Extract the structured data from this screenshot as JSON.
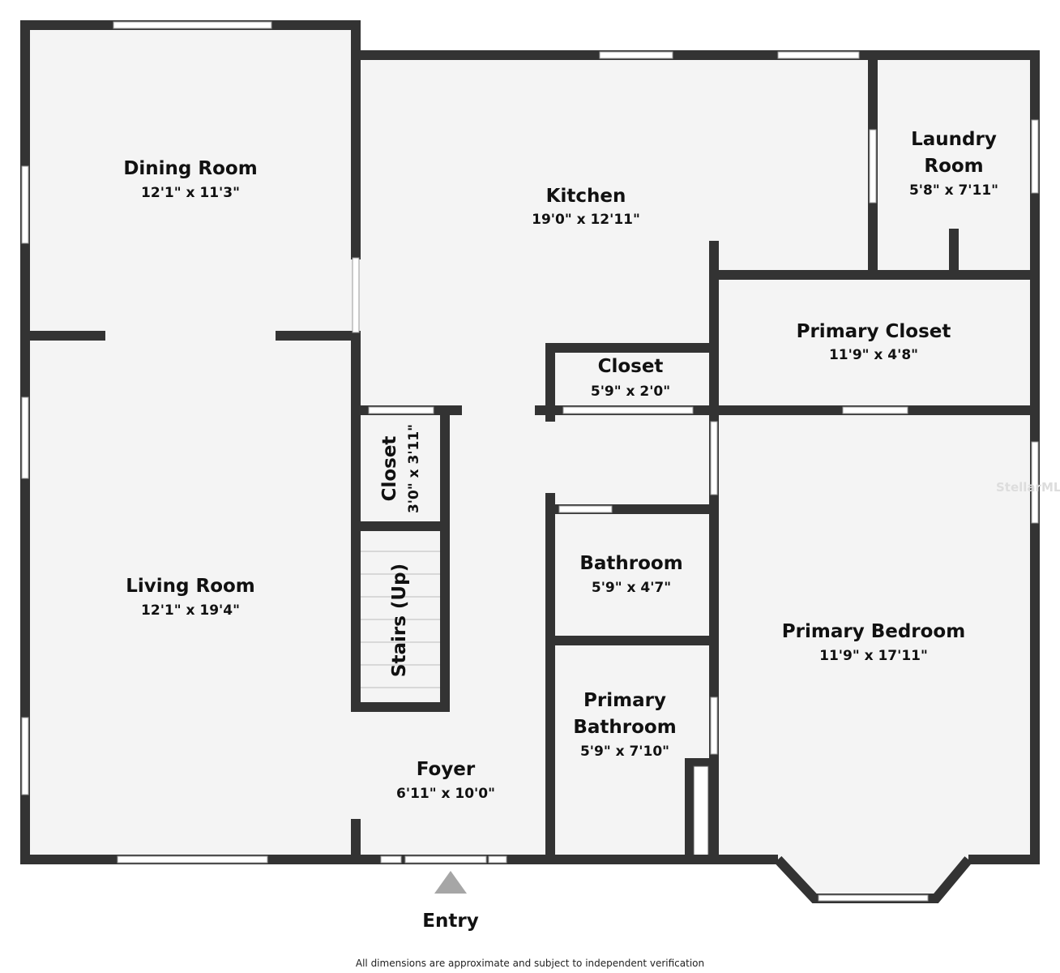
{
  "rooms": {
    "dining": {
      "name": "Dining Room",
      "dim": "12'1\" x 11'3\""
    },
    "kitchen": {
      "name": "Kitchen",
      "dim": "19'0\" x 12'11\""
    },
    "laundry": {
      "name1": "Laundry",
      "name2": "Room",
      "dim": "5'8\" x 7'11\""
    },
    "primary_closet": {
      "name": "Primary Closet",
      "dim": "11'9\" x 4'8\""
    },
    "closet": {
      "name": "Closet",
      "dim": "5'9\" x 2'0\""
    },
    "stair_closet": {
      "name": "Closet",
      "dim": "3'0\" x 3'11\""
    },
    "stairs": {
      "name": "Stairs (Up)"
    },
    "living": {
      "name": "Living Room",
      "dim": "12'1\" x 19'4\""
    },
    "bathroom": {
      "name": "Bathroom",
      "dim": "5'9\" x 4'7\""
    },
    "primary_bath": {
      "name1": "Primary",
      "name2": "Bathroom",
      "dim": "5'9\" x 7'10\""
    },
    "primary_bedroom": {
      "name": "Primary Bedroom",
      "dim": "11'9\" x 17'11\""
    },
    "foyer": {
      "name": "Foyer",
      "dim": "6'11\" x 10'0\""
    }
  },
  "entry_label": "Entry",
  "disclaimer": "All dimensions are approximate and subject to independent verification",
  "watermark": "StellarMLS",
  "colors": {
    "wall": "#333333",
    "floor": "#f4f4f4",
    "entry_arrow": "#a6a6a6"
  }
}
